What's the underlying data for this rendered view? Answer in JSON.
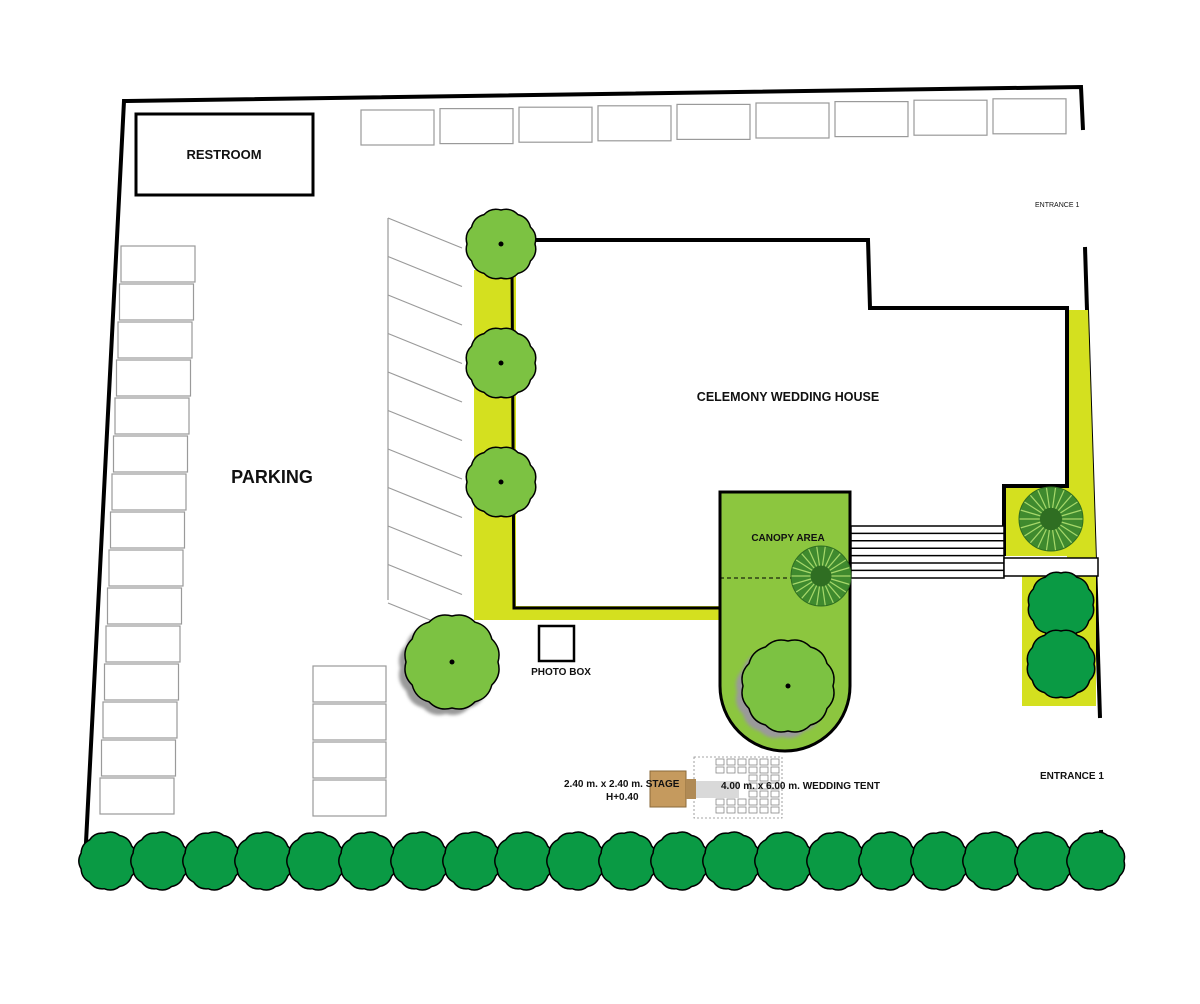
{
  "labels": {
    "restroom": "RESTROOM",
    "parking": "PARKING",
    "house": "CELEMONY WEDDING HOUSE",
    "canopy": "CANOPY AREA",
    "photo_box": "PHOTO BOX",
    "entrance_top": "ENTRANCE 1",
    "entrance_bottom": "ENTRANCE 1",
    "stage_size": "2.40 m. x 2.40 m. STAGE",
    "stage_height": "H+0.40",
    "tent": "4.00 m. x 6.00 m. WEDDING TENT"
  },
  "colors": {
    "line": "#000000",
    "yellow_green": "#d4e01f",
    "lawn_green": "#8cc63f",
    "tree_green": "#7cc242",
    "hedge_green": "#0a9a44",
    "stage_brown": "#c59a5e",
    "shadow": "#9a9a9a",
    "slot_stroke": "#9a9a9a"
  },
  "icons": {
    "tree": "round-tree-icon",
    "palm": "palm-shrub-icon",
    "hedge": "hedge-bush-icon"
  }
}
